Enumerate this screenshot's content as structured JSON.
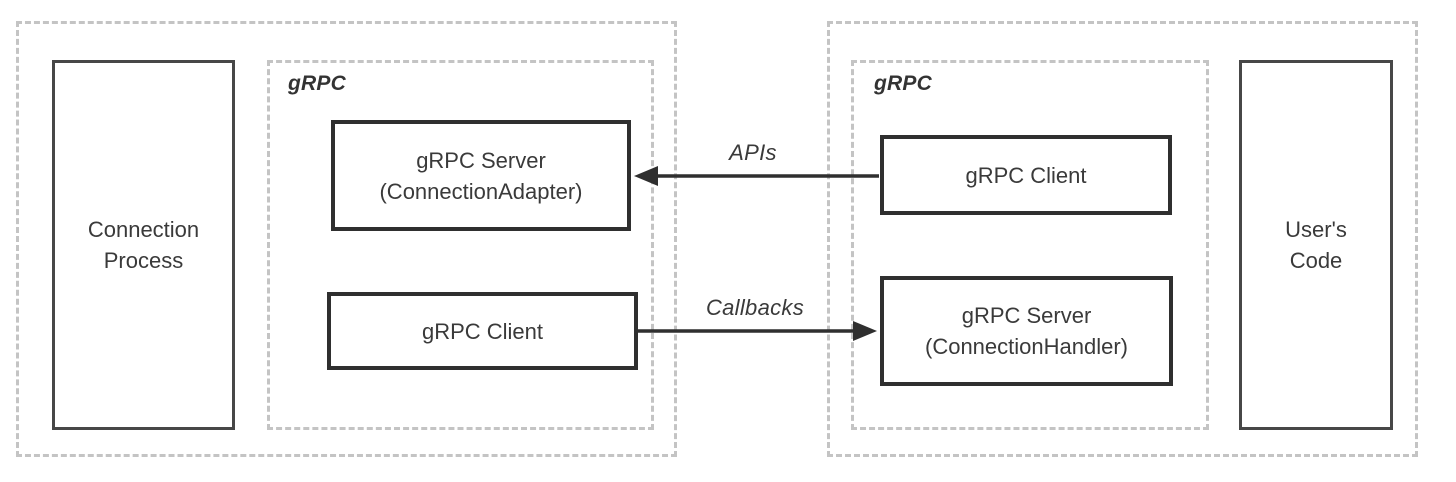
{
  "colors": {
    "background": "#ffffff",
    "box_border": "#2f2f2f",
    "tall_box_border": "#474747",
    "dashed_border": "#c4c4c4",
    "text": "#3a3a3a",
    "arrow": "#2f2f2f"
  },
  "left_group": {
    "connection_process_label": "Connection\nProcess",
    "grpc_scope_label": "gRPC",
    "server_adapter_label": "gRPC Server\n(ConnectionAdapter)",
    "client_label": "gRPC Client"
  },
  "right_group": {
    "grpc_scope_label": "gRPC",
    "client_label": "gRPC Client",
    "server_handler_label": "gRPC Server\n(ConnectionHandler)",
    "users_code_label": "User's\nCode"
  },
  "connections": {
    "apis_label": "APIs",
    "callbacks_label": "Callbacks"
  }
}
